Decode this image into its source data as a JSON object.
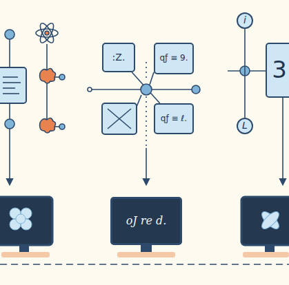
{
  "diagram": {
    "nodes": [
      {
        "text": [
          ":Z."
        ]
      },
      {
        "text": [
          "qƒ ≡ 9."
        ]
      },
      {
        "text": [
          "qƒ ≡ ℓ."
        ]
      },
      {
        "text": [
          "oJ re d."
        ]
      },
      {
        "text": [
          "i"
        ]
      },
      {
        "text": [
          "3"
        ]
      },
      {
        "text": [
          "L"
        ]
      }
    ],
    "edges": [
      {
        "from": 0,
        "to": 2,
        "arrow": "none"
      },
      {
        "from": 4,
        "to": 6,
        "arrow": "none"
      }
    ]
  }
}
